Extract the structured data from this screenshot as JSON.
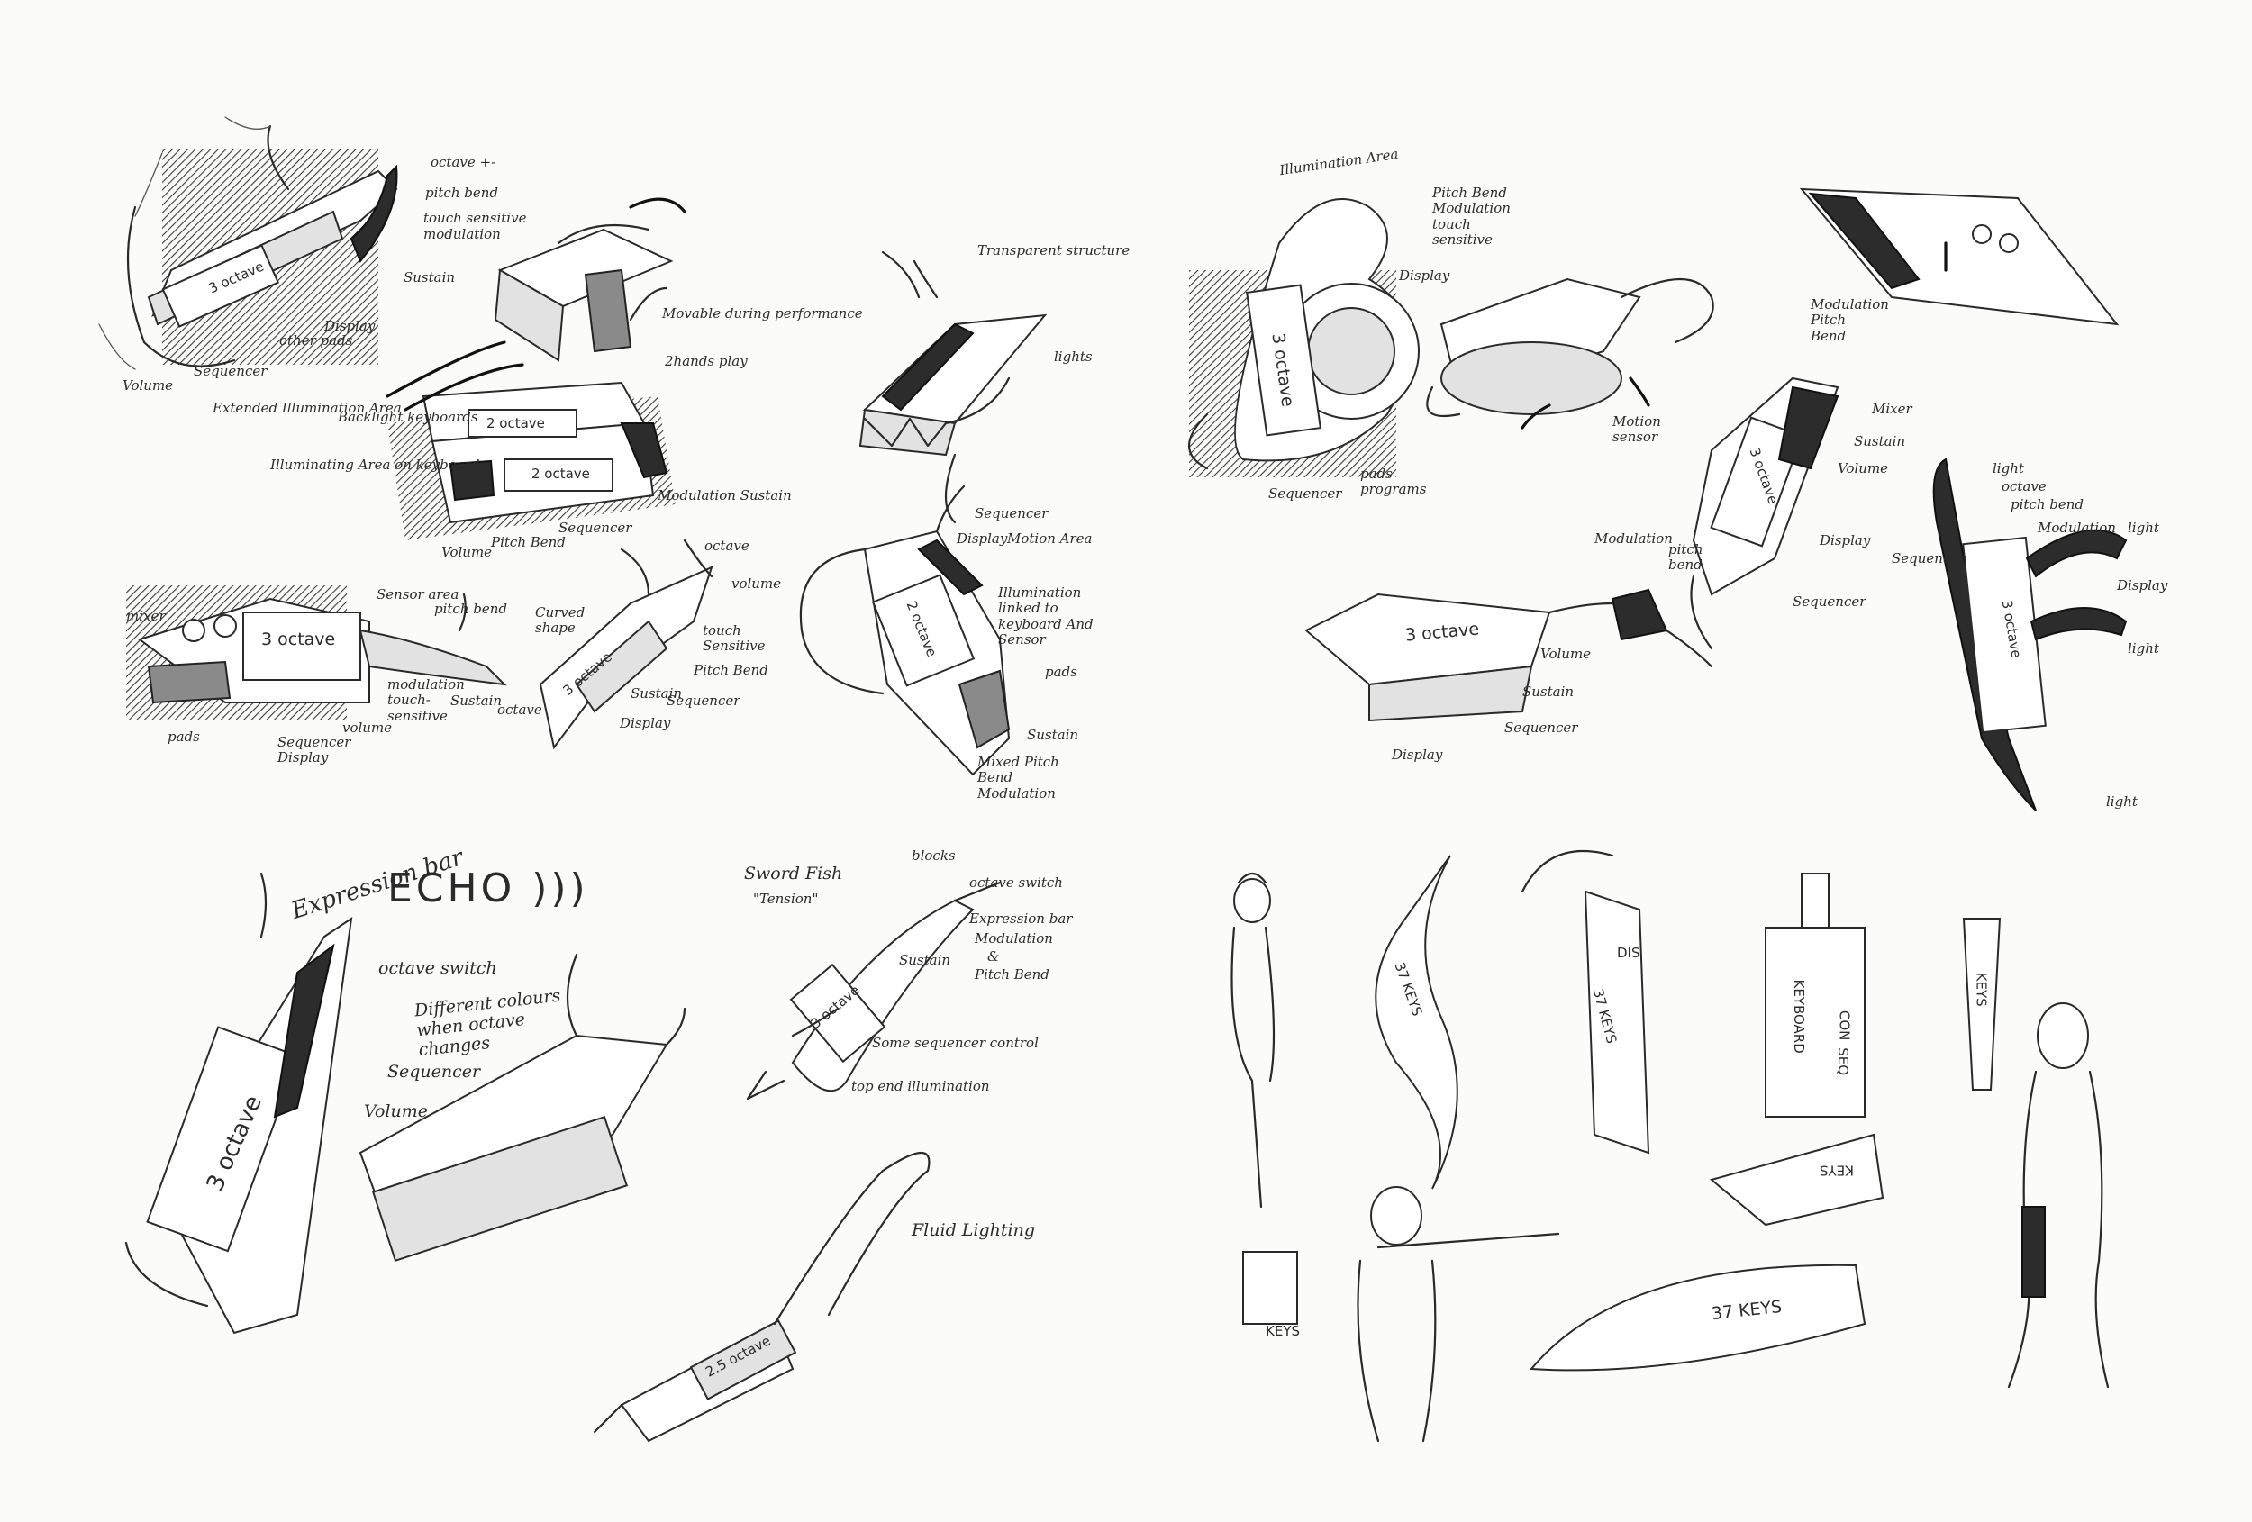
{
  "labels": {
    "tl1": {
      "octave": "octave +-",
      "pitch_bend": "pitch bend",
      "touch_sensitive": "touch sensitive",
      "modulation": "modulation",
      "sustain": "Sustain",
      "display": "Display",
      "other_pads": "other pads",
      "volume": "Volume",
      "sequencer": "Sequencer",
      "extended_illumination": "Extended Illumination Area",
      "screen": "3 octave"
    },
    "tl2": {
      "movable": "Movable during performance",
      "two_hands": "2hands play",
      "backlight": "Backlight keyboards",
      "illuminating": "Illuminating Area on keyboard",
      "modulation_sustain": "Modulation Sustain",
      "volume": "Volume",
      "pitch_bend": "Pitch Bend",
      "sequencer": "Sequencer",
      "octave_a": "2 octave",
      "octave_b": "2 octave"
    },
    "tl3": {
      "transparent": "Transparent structure",
      "lights": "lights"
    },
    "tl4": {
      "sequencer": "Sequencer",
      "display": "Display",
      "motion_area": "Motion Area",
      "illumination": "Illumination linked to keyboard And Sensor",
      "pads": "pads",
      "sustain": "Sustain",
      "mixed": "Mixed Pitch Bend Modulation",
      "octave": "2 octave"
    },
    "tl5": {
      "mixer": "mixer",
      "sensor_area": "Sensor area",
      "pitch_bend": "pitch bend",
      "modulation": "modulation touch-sensitive",
      "sustain": "Sustain",
      "octave_lbl": "octave",
      "volume": "volume",
      "pads": "pads",
      "sequencer": "Sequencer Display",
      "screen": "3 octave"
    },
    "tl6": {
      "curved": "Curved shape",
      "octave": "octave",
      "volume": "volume",
      "touch": "touch Sensitive",
      "pitch_bend": "Pitch Bend",
      "sustain": "Sustain",
      "sequencer": "Sequencer",
      "display": "Display",
      "screen": "3 octave"
    },
    "tr1": {
      "illumination_area": "Illumination Area",
      "pitch_bend": "Pitch Bend Modulation touch sensitive",
      "display": "Display",
      "motion_sensor": "Motion sensor",
      "sequencer": "Sequencer",
      "pads": "pads programs",
      "screen": "3 octave"
    },
    "tr2": {
      "modulation": "Modulation Pitch Bend",
      "mixer": "Mixer",
      "sustain": "Sustain",
      "volume": "Volume",
      "display": "Display",
      "sequencer": "Sequencer",
      "screen": "3 octave"
    },
    "tr3": {
      "modulation": "Modulation",
      "pitch_bend": "pitch bend",
      "volume": "Volume",
      "sustain": "Sustain",
      "sequencer": "Sequencer",
      "display": "Display",
      "screen": "3 octave"
    },
    "tr4": {
      "light_a": "light",
      "octave": "octave",
      "pitch_bend": "pitch bend",
      "modulation": "Modulation",
      "light_b": "light",
      "display": "Display",
      "light_c": "light",
      "sequencer": "Sequencer",
      "light_d": "light",
      "screen": "3 octave"
    },
    "bl1": {
      "expression": "Expression bar",
      "echo": "ECHO )))",
      "octave_switch": "octave switch",
      "colours": "Different colours when octave changes",
      "sequencer": "Sequencer",
      "volume": "Volume",
      "screen": "3 octave"
    },
    "bl2": {
      "swordfish": "Sword Fish",
      "tension": "\"Tension\"",
      "blocks": "blocks",
      "octave_switch": "octave switch",
      "expression": "Expression bar",
      "modulation": "Modulation",
      "amp": "&",
      "pitch_bend": "Pitch Bend",
      "sustain": "Sustain",
      "some_sequencer": "Some sequencer control",
      "top_end": "top end illumination",
      "screen": "3 octave"
    },
    "bl3": {
      "fluid": "Fluid Lighting",
      "screen": "2.5 octave"
    },
    "br": {
      "keys_37_a": "37 KEYS",
      "keys_37_b": "37 KEYS",
      "keys_37_c": "37 KEYS",
      "keyboard": "KEYBOARD",
      "keys": "KEYS",
      "keys_b": "KEYS",
      "keys_c": "KEYS",
      "dis": "DIS",
      "con": "CON",
      "seq": "SEQ"
    }
  }
}
